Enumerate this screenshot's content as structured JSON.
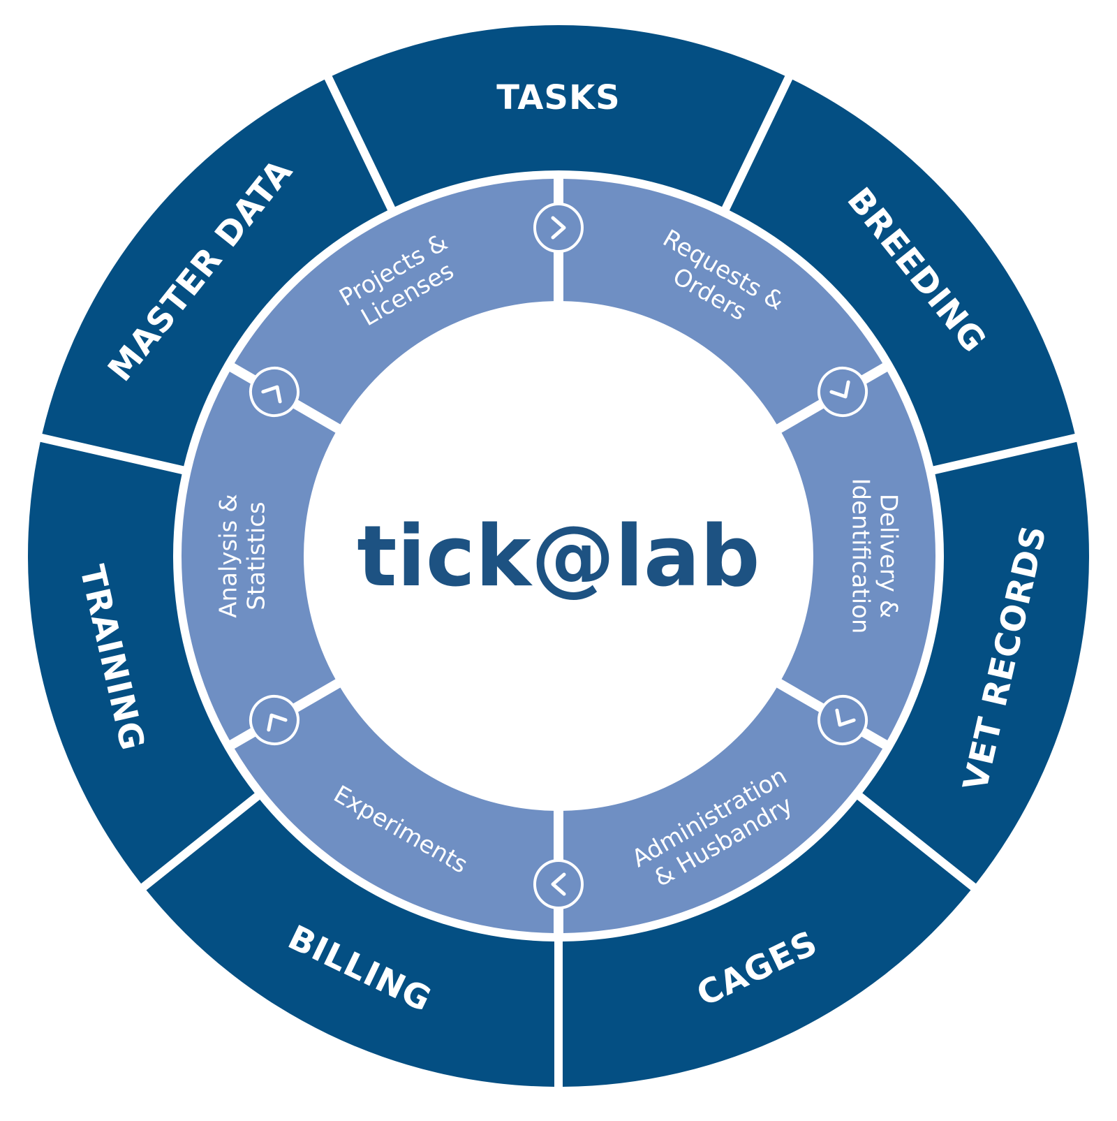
{
  "logo": "tick@lab",
  "colors": {
    "outer_ring": "#044f83",
    "inner_ring": "#6f8fc3",
    "separator": "#ffffff",
    "center": "#ffffff",
    "logo_text": "#1d5282"
  },
  "outer_modules": [
    {
      "label": "TASKS"
    },
    {
      "label": "BREEDING"
    },
    {
      "label": "VET RECORDS"
    },
    {
      "label": "CAGES"
    },
    {
      "label": "BILLING"
    },
    {
      "label": "TRAINING"
    },
    {
      "label": "MASTER DATA"
    }
  ],
  "inner_steps": [
    {
      "lines": [
        "Requests &",
        "Orders"
      ]
    },
    {
      "lines": [
        "Delivery &",
        "Identification"
      ]
    },
    {
      "lines": [
        "Administration",
        "& Husbandry"
      ]
    },
    {
      "lines": [
        "Experiments"
      ]
    },
    {
      "lines": [
        "Analysis &",
        "Statistics"
      ]
    },
    {
      "lines": [
        "Projects &",
        "Licenses"
      ]
    }
  ],
  "flow_icons": [
    "chevron-icon",
    "chevron-icon",
    "chevron-icon",
    "chevron-icon",
    "chevron-icon",
    "chevron-icon"
  ]
}
